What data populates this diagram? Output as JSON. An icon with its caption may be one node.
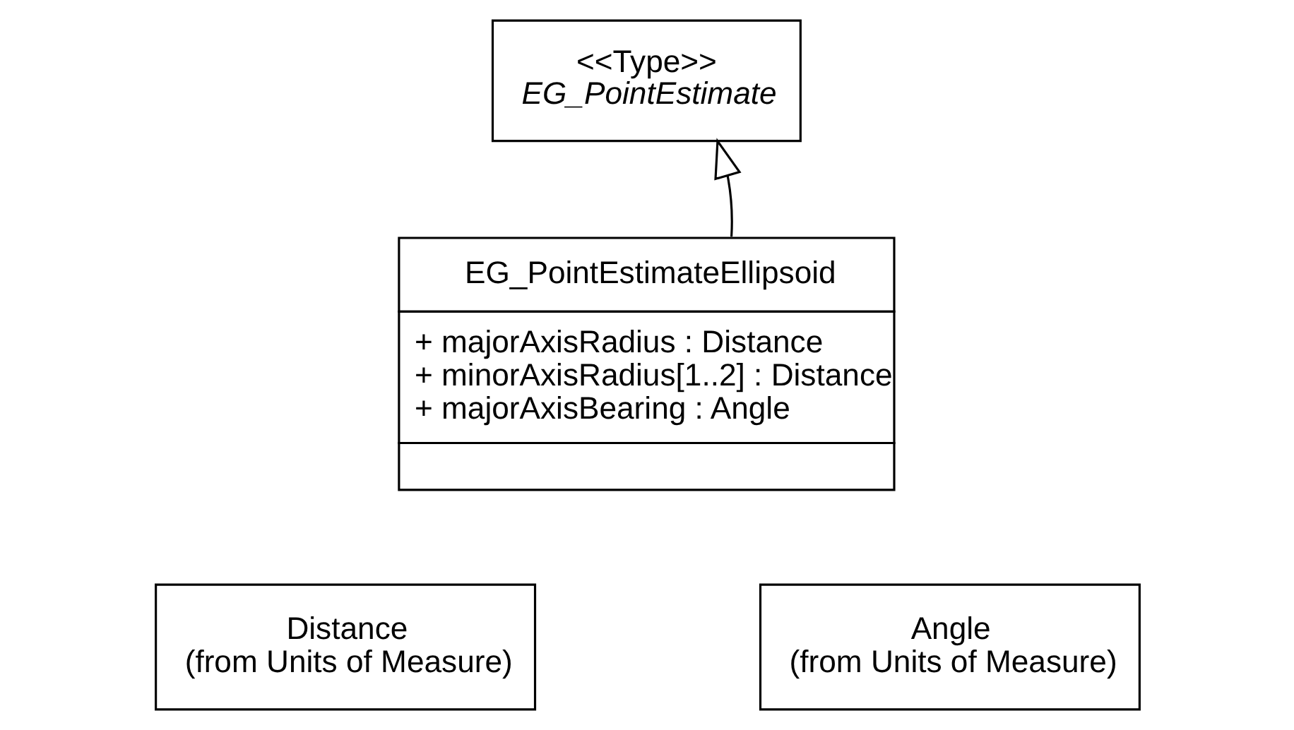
{
  "diagram": {
    "nodes": [
      {
        "text": [
          "<<Type>>",
          "EG_PointEstimate"
        ]
      },
      {
        "text": [
          "EG_PointEstimateEllipsoid",
          "+ majorAxisRadius : Distance",
          "+ minorAxisRadius[1..2] : Distance",
          "+ majorAxisBearing : Angle"
        ]
      },
      {
        "text": [
          "Distance",
          "(from Units of Measure)"
        ]
      },
      {
        "text": [
          "Angle",
          "(from Units of Measure)"
        ]
      }
    ],
    "edges": [
      {
        "from": 1,
        "to": 0,
        "arrow": "to"
      }
    ]
  }
}
